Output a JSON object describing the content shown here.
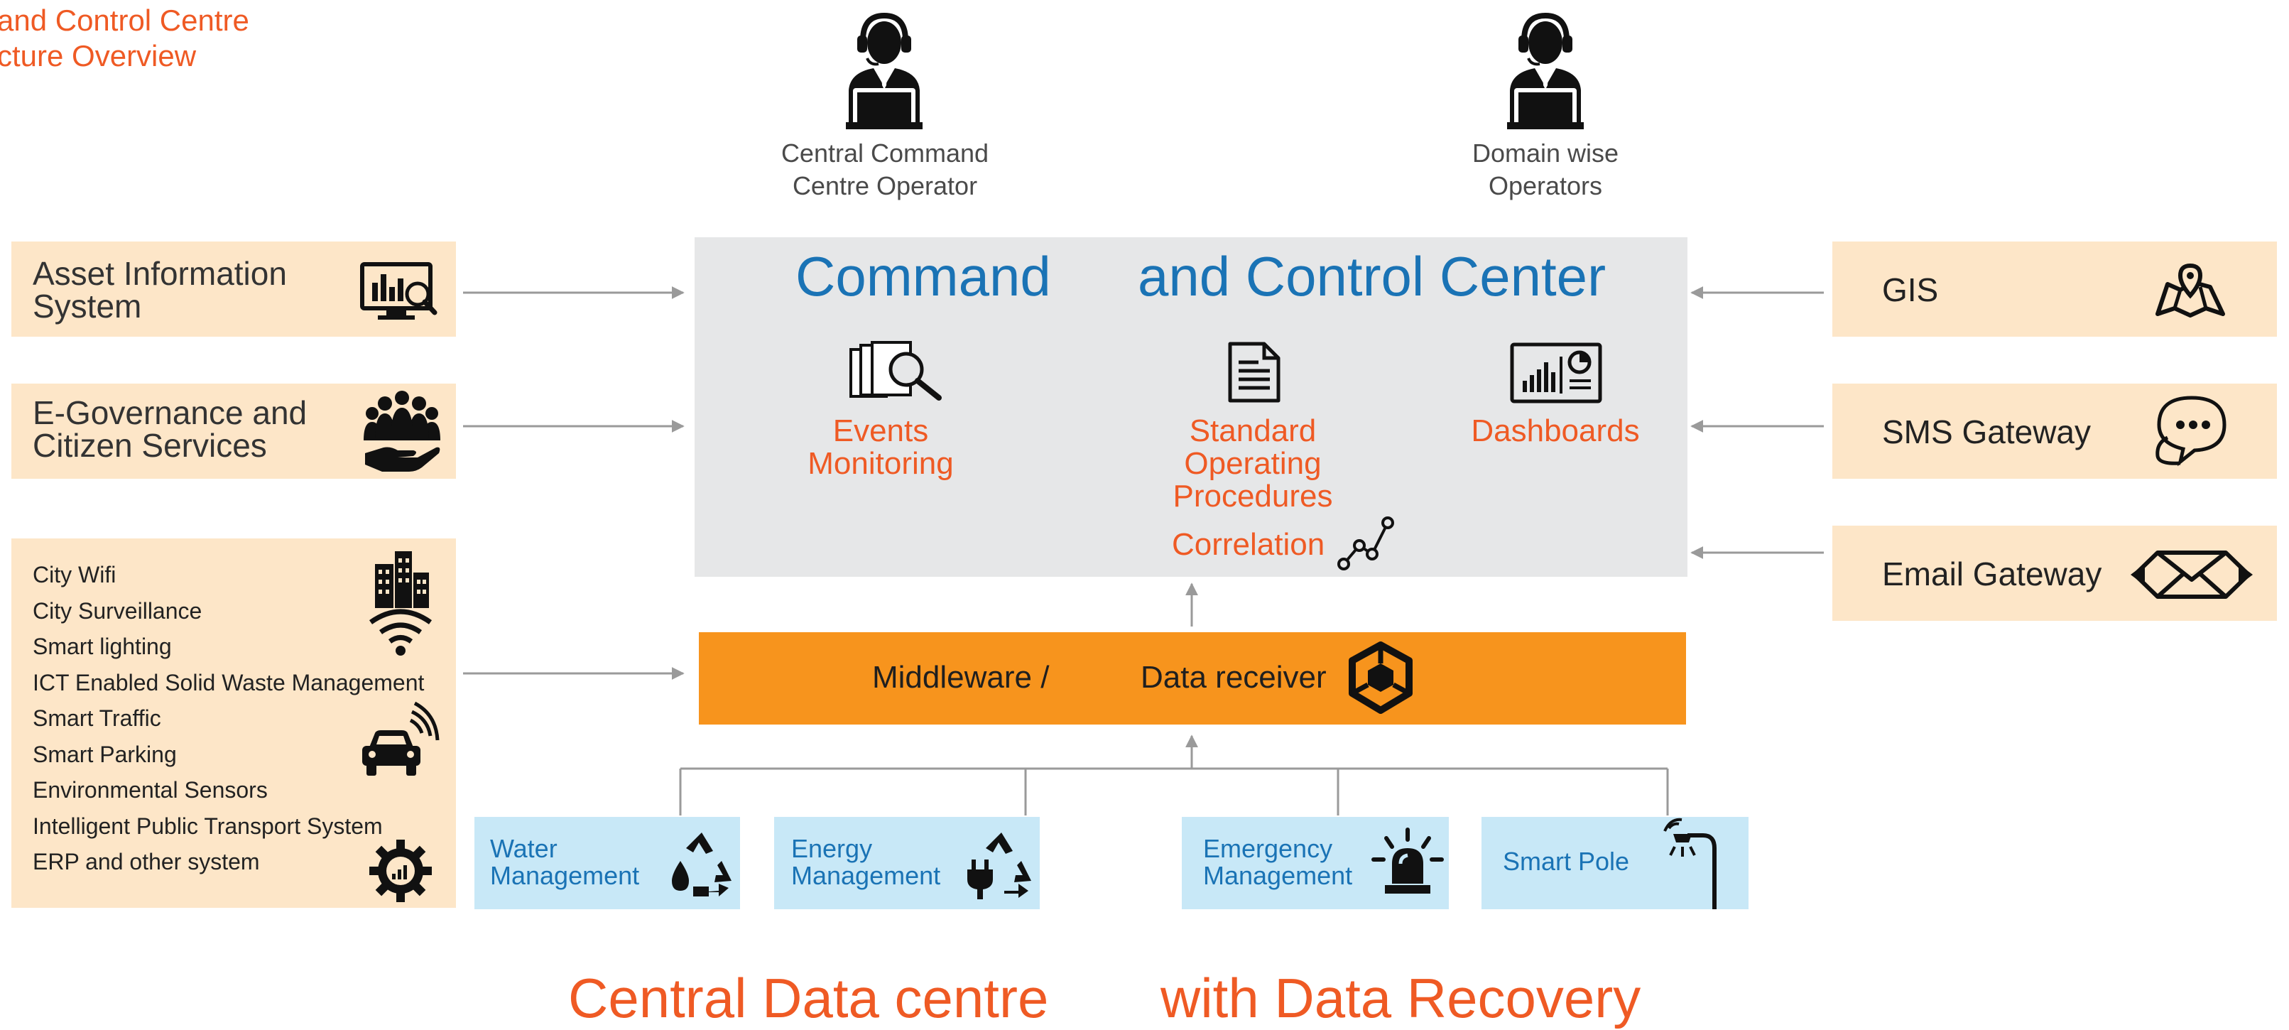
{
  "header": {
    "title_line1": "and Control Centre",
    "title_line2": "cture Overview"
  },
  "operators": [
    {
      "line1": "Central Command",
      "line2": "Centre Operator",
      "icon": "operator-icon"
    },
    {
      "line1": "Domain wise",
      "line2": "Operators",
      "icon": "operator-icon"
    }
  ],
  "left_boxes": {
    "asset": {
      "line1": "Asset  Information",
      "line2": "System",
      "icon": "monitor-chart-icon"
    },
    "egov": {
      "line1": "E-Governance and",
      "line2": "Citizen Services",
      "icon": "citizens-hand-icon"
    },
    "services_list": [
      "City Wifi",
      "City Surveillance",
      "Smart lighting",
      "ICT Enabled Solid Waste Management",
      "Smart Traffic",
      "Smart Parking",
      "Environmental Sensors",
      "Intelligent Public Transport System",
      "ERP and other system"
    ]
  },
  "right_boxes": [
    {
      "label": "GIS",
      "icon": "map-pin-icon"
    },
    {
      "label": "SMS Gateway",
      "icon": "chat-bubble-icon"
    },
    {
      "label": "Email Gateway",
      "icon": "envelope-icon"
    }
  ],
  "ccc": {
    "title_part1": "Command",
    "title_part2": "and Control Center",
    "events": {
      "line1": "Events",
      "line2": "Monitoring",
      "icon": "documents-search-icon"
    },
    "sop": {
      "line1": "Standard",
      "line2": "Operating",
      "line3": "Procedures",
      "icon": "document-icon"
    },
    "dashboards": {
      "label": "Dashboards",
      "icon": "dashboard-icon"
    },
    "correlation": {
      "label": "Correlation",
      "icon": "correlation-graph-icon"
    }
  },
  "middleware": {
    "part1": "Middleware /",
    "part2": "Data receiver",
    "icon": "hexagon-network-icon"
  },
  "bottom_boxes": [
    {
      "line1": "Water",
      "line2": "Management",
      "icon": "water-recycle-icon"
    },
    {
      "line1": "Energy",
      "line2": "Management",
      "icon": "plug-recycle-icon"
    },
    {
      "line1": "Emergency",
      "line2": "Management",
      "icon": "siren-icon"
    },
    {
      "line1": "Smart Pole",
      "icon": "street-light-icon"
    }
  ],
  "footer": {
    "part1": "Central Data centre",
    "part2": "with Data Recovery"
  },
  "colors": {
    "peach_box": "#fde6c8",
    "blue_box": "#c8e8f7",
    "ccc_panel": "#e6e7e8",
    "middleware_bar": "#f7941d",
    "orange_text": "#ef5a24",
    "blue_text": "#1a73b5",
    "connector": "#9a9a9a"
  }
}
